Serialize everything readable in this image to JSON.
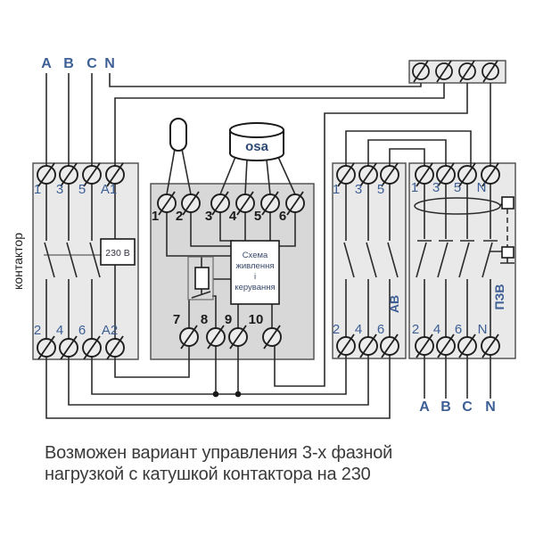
{
  "top_labels": [
    "A",
    "B",
    "C",
    "N"
  ],
  "contactor": {
    "label": "контактор",
    "top": [
      "1",
      "3",
      "5",
      "A1"
    ],
    "bottom": [
      "2",
      "4",
      "6",
      "A2"
    ],
    "coil": "230 В"
  },
  "controller": {
    "lamp": "osa",
    "top": [
      "1",
      "2",
      "3",
      "4",
      "5",
      "6"
    ],
    "bottom": [
      "7",
      "8",
      "9",
      "10"
    ],
    "scheme": [
      "Схема",
      "живлення",
      "і",
      "керування"
    ]
  },
  "breaker": {
    "label": "АВ",
    "top": [
      "1",
      "3",
      "5"
    ],
    "bottom": [
      "2",
      "4",
      "6"
    ]
  },
  "rcd": {
    "label": "ПЗВ",
    "top": [
      "1",
      "3",
      "5",
      "N"
    ],
    "bottom": [
      "2",
      "4",
      "6",
      "N"
    ]
  },
  "output_labels": [
    "A",
    "B",
    "C",
    "N"
  ],
  "caption": {
    "line1": "Возможен вариант управления 3-х фазной",
    "line2": "нагрузкой с катушкой контактора на 230"
  },
  "colors": {
    "label_blue": "#3d5f95",
    "wire": "#2b2b2b",
    "panel_fill": "#e9e9e9",
    "controller_fill": "#d8d8d8",
    "component_fill": "#ffffff"
  }
}
